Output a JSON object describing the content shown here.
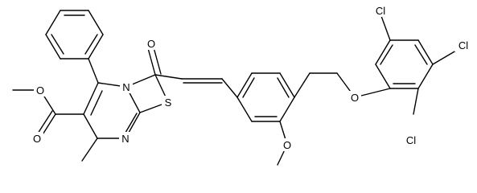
{
  "structure": {
    "atoms": {
      "ring_n": "N",
      "ring_s": "S",
      "imine_n": "N",
      "ketone_o": "O",
      "ester_o_double": "O",
      "ester_o_single": "O",
      "methoxy_o": "O",
      "ether_o": "O",
      "cl_ortho_top": "Cl",
      "cl_para": "Cl",
      "cl_ortho_bottom": "Cl"
    }
  }
}
